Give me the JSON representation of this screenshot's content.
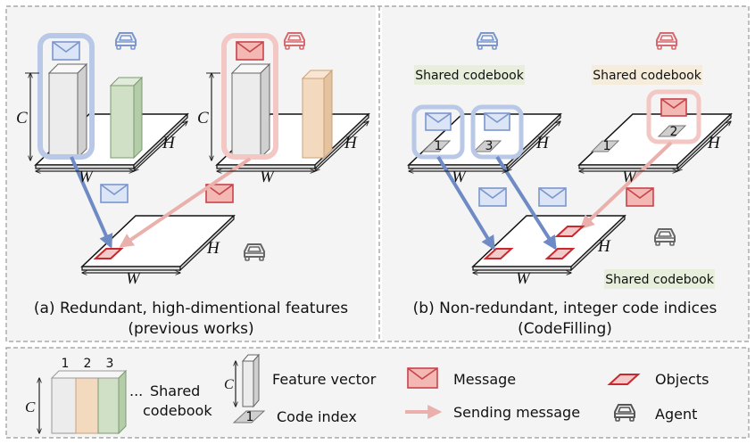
{
  "panel_a": {
    "caption_line1": "(a) Redundant, high-dimentional features",
    "caption_line2": "(previous works)",
    "dim_c": "C",
    "dim_w": "W",
    "dim_h": "H"
  },
  "panel_b": {
    "caption_line1": "(b) Non-redundant, integer code indices",
    "caption_line2": "(CodeFilling)",
    "codebook_label": "Shared codebook",
    "code_indices": [
      "1",
      "3",
      "1",
      "2"
    ],
    "dim_w": "W",
    "dim_h": "H"
  },
  "legend": {
    "codebook_numbers": [
      "1",
      "2",
      "3"
    ],
    "codebook_ellipsis": "...",
    "codebook_line1": "Shared",
    "codebook_line2": "codebook",
    "dim_c": "C",
    "feature_vector": "Feature vector",
    "code_index": "Code index",
    "code_index_number": "1",
    "message": "Message",
    "sending_message": "Sending message",
    "objects": "Objects",
    "agent": "Agent"
  },
  "colors": {
    "blue": "#7b96cc",
    "pink": "#eab0ac",
    "red": "#c8282e",
    "green_bar": "#cfe0c6",
    "orange_bar": "#f3d9bd",
    "codebook_bg": "#e7efdc"
  }
}
